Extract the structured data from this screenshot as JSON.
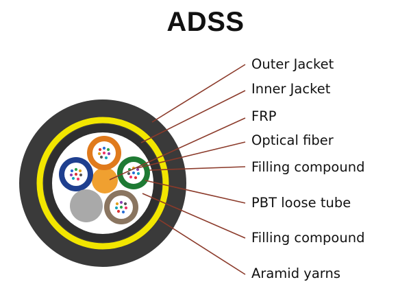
{
  "title": "ADSS",
  "labels": [
    "Outer Jacket",
    "Inner Jacket",
    "FRP",
    "Optical fiber",
    "Filling compound",
    "PBT loose tube",
    "Filling compound",
    "Aramid yarns"
  ],
  "colors": {
    "outer_jacket": "#3a3a3a",
    "aramid_yarns": "#f2e600",
    "inner_jacket": "#2f2f2f",
    "filling_compound": "#ffffff",
    "frp": "#f0a030",
    "leader_lines": "#8b3a2a",
    "tube_orange": "#e07a1c",
    "tube_blue": "#1e3f8f",
    "tube_green": "#1e7a33",
    "tube_brown": "#8a7560",
    "filler_rod": "#a9a9a9"
  }
}
